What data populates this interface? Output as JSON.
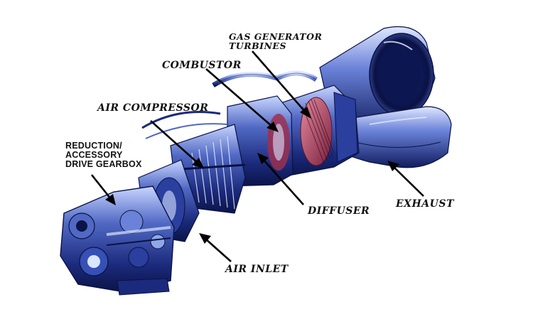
{
  "labels": {
    "gas_generator_line1": "GAS GENERATOR",
    "gas_generator_line2": "TURBINES",
    "combustor": "COMBUSTOR",
    "air_compressor": "AIR COMPRESSOR",
    "reduction_line1": "REDUCTION/",
    "reduction_line2": "ACCESSORY",
    "reduction_line3": "DRIVE GEARBOX",
    "diffuser": "DIFFUSER",
    "exhaust": "EXHAUST",
    "air_inlet": "AIR INLET"
  },
  "colors": {
    "engine_dark": "#0e1a5c",
    "engine_mid": "#2a3f9e",
    "engine_light": "#8ea8e8",
    "engine_highlight": "#d9e4ff",
    "hot_section": "#b03a5a",
    "arrow": "#000000"
  }
}
